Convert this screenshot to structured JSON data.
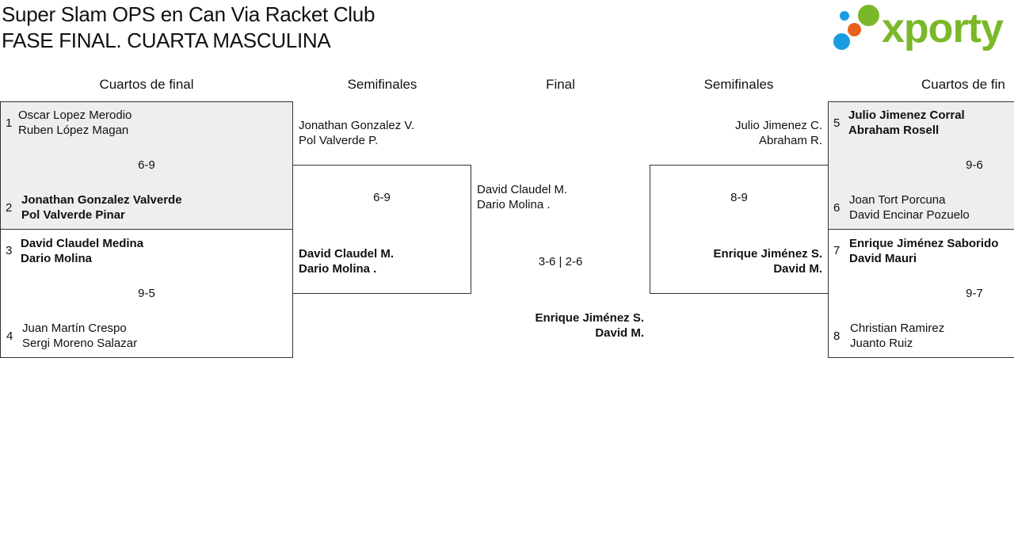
{
  "header": {
    "title_line1": "Super Slam OPS en Can Via Racket Club",
    "title_line2": "FASE FINAL. CUARTA MASCULINA"
  },
  "logo": {
    "word": "xporty",
    "color_green": "#7ab829",
    "color_orange": "#e8611b",
    "color_blue": "#1a9be0"
  },
  "columns": {
    "quarters_left": "Cuartos de final",
    "semis_left": "Semifinales",
    "final": "Final",
    "semis_right": "Semifinales",
    "quarters_right": "Cuartos de fin"
  },
  "quarterfinals": [
    {
      "top": {
        "seed": "1",
        "p1": "Oscar Lopez Merodio",
        "p2": "Ruben López Magan"
      },
      "bottom": {
        "seed": "2",
        "p1": "Jonathan Gonzalez Valverde",
        "p2": "Pol Valverde Pinar"
      },
      "score": "6-9"
    },
    {
      "top": {
        "seed": "3",
        "p1": "David Claudel Medina",
        "p2": "Dario Molina"
      },
      "bottom": {
        "seed": "4",
        "p1": "Juan Martín Crespo",
        "p2": "Sergi Moreno Salazar"
      },
      "score": "9-5"
    },
    {
      "top": {
        "seed": "5",
        "p1": "Julio Jimenez Corral",
        "p2": "Abraham Rosell"
      },
      "bottom": {
        "seed": "6",
        "p1": "Joan Tort Porcuna",
        "p2": "David Encinar Pozuelo"
      },
      "score": "9-6"
    },
    {
      "top": {
        "seed": "7",
        "p1": "Enrique Jiménez Saborido",
        "p2": "David Mauri"
      },
      "bottom": {
        "seed": "8",
        "p1": "Christian Ramirez",
        "p2": "Juanto Ruiz"
      },
      "score": "9-7"
    }
  ],
  "semifinals": [
    {
      "top": {
        "p1": "Jonathan Gonzalez V.",
        "p2": "Pol Valverde P."
      },
      "bottom": {
        "p1": "David Claudel M.",
        "p2": "Dario Molina ."
      },
      "score": "6-9"
    },
    {
      "top": {
        "p1": "Julio Jimenez C.",
        "p2": "Abraham R."
      },
      "bottom": {
        "p1": "Enrique Jiménez S.",
        "p2": "David M."
      },
      "score": "8-9"
    }
  ],
  "final": {
    "top": {
      "p1": "David Claudel M.",
      "p2": "Dario Molina ."
    },
    "bottom": {
      "p1": "Enrique Jiménez S.",
      "p2": "David M."
    },
    "score": "3-6 | 2-6"
  }
}
